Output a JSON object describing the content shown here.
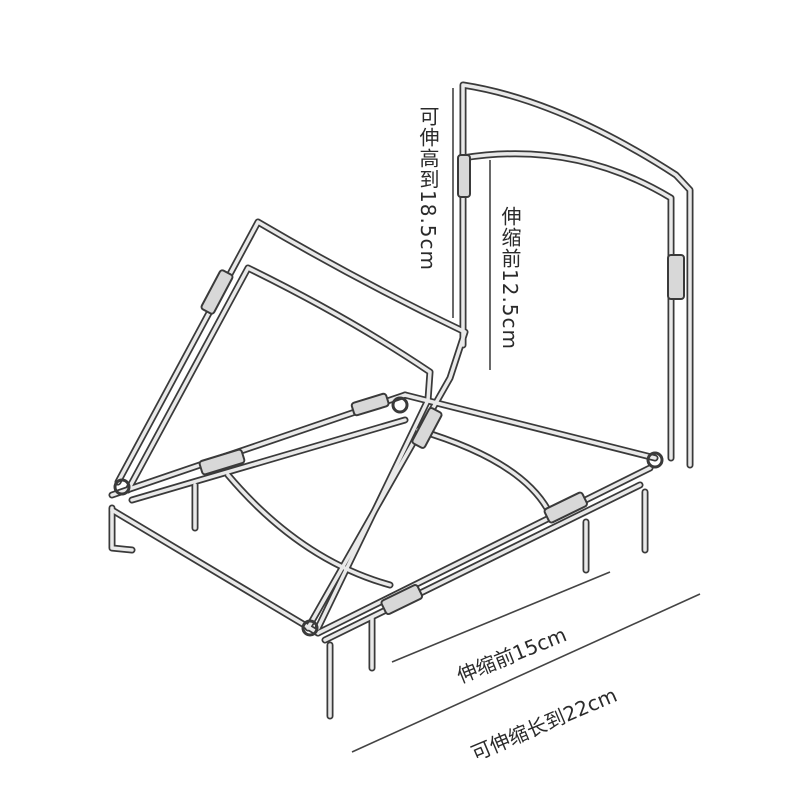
{
  "labels": {
    "extended_height": "可伸高到18.5cm",
    "height_before": "伸缩前12.5cm",
    "length_before": "伸缩前15cm",
    "extended_length": "可伸缩长到22cm"
  },
  "colors": {
    "background": "#ffffff",
    "wire_dark": "#3a3a3a",
    "wire_light": "#e9e9e9",
    "dimension_line": "#444444",
    "text": "#2a2a2a"
  }
}
